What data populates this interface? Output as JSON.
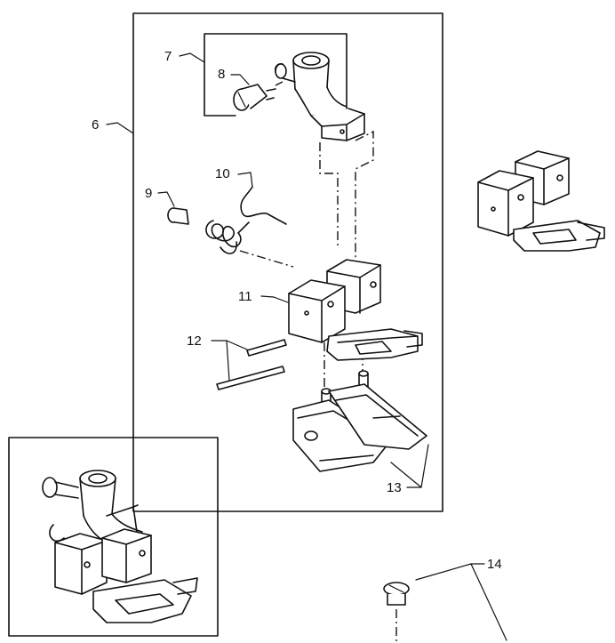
{
  "diagram": {
    "part_labels": {
      "p6": "6",
      "p7": "7",
      "p8": "8",
      "p9": "9",
      "p10": "10",
      "p11": "11",
      "p12": "12",
      "p13": "13",
      "p14": "14"
    },
    "parts": [
      {
        "id": "6",
        "name": "presser-foot-assembly"
      },
      {
        "id": "7",
        "name": "presser-foot-holder"
      },
      {
        "id": "8",
        "name": "holder-screw"
      },
      {
        "id": "9",
        "name": "hinge-screw"
      },
      {
        "id": "10",
        "name": "spring"
      },
      {
        "id": "11",
        "name": "presser-foot-body"
      },
      {
        "id": "12",
        "name": "hinge-pins"
      },
      {
        "id": "13",
        "name": "presser-foot-soles"
      },
      {
        "id": "14",
        "name": "set-screw"
      }
    ]
  }
}
